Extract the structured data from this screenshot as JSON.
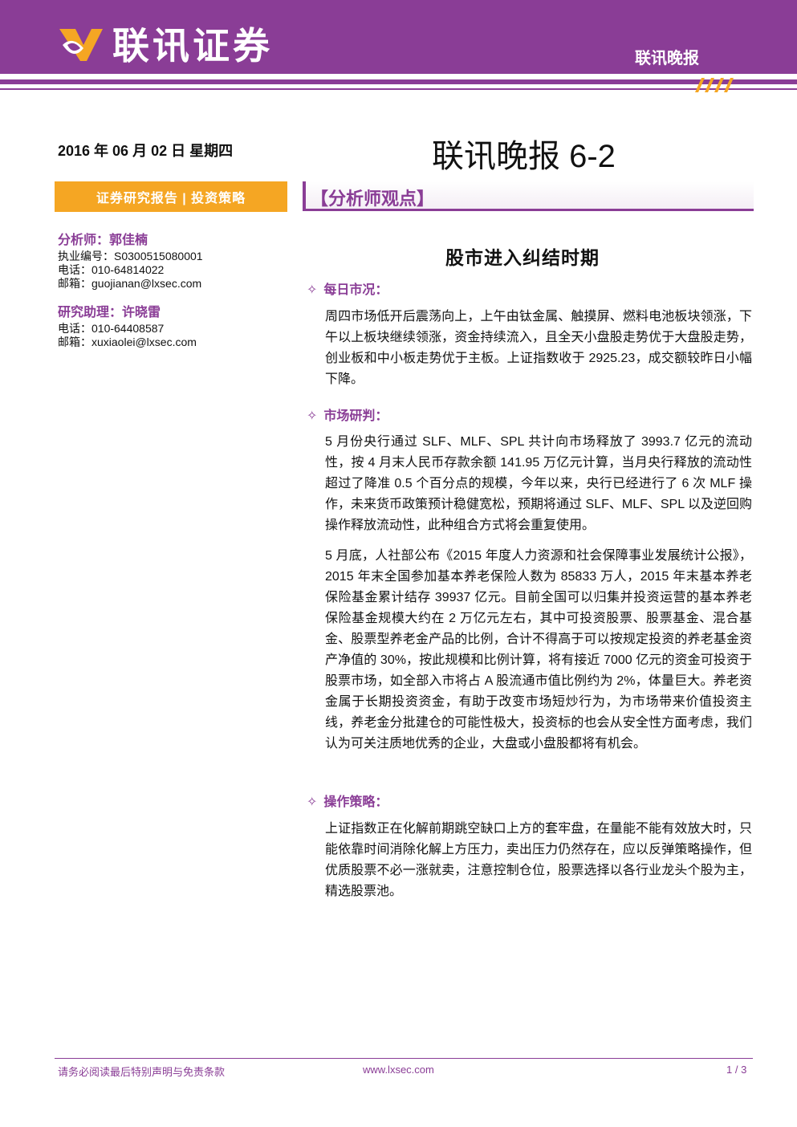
{
  "header": {
    "logo_text": "联讯证券",
    "right_label": "联讯晚报",
    "colors": {
      "brand_purple": "#8a3d96",
      "accent_orange": "#f5a623"
    }
  },
  "date": "2016 年 06 月 02 日 星期四",
  "main_title": "联讯晚报 6-2",
  "left_bar": "证券研究报告 | 投资策略",
  "right_bar": "【分析师观点】",
  "analyst": {
    "role": "分析师：郭佳楠",
    "license": "执业编号：S0300515080001",
    "phone": "电话：010-64814022",
    "email": "邮箱：guojianan@lxsec.com"
  },
  "assistant": {
    "role": "研究助理：许晓雷",
    "phone": "电话：010-64408587",
    "email": "邮箱：xuxiaolei@lxsec.com"
  },
  "article": {
    "title": "股市进入纠结时期",
    "sections": [
      {
        "heading": "每日市况：",
        "paragraphs": [
          "周四市场低开后震荡向上，上午由钛金属、触摸屏、燃料电池板块领涨，下午以上板块继续领涨，资金持续流入，且全天小盘股走势优于大盘股走势，创业板和中小板走势优于主板。上证指数收于 2925.23，成交额较昨日小幅下降。"
        ]
      },
      {
        "heading": "市场研判：",
        "paragraphs": [
          "5 月份央行通过 SLF、MLF、SPL 共计向市场释放了 3993.7 亿元的流动性，按 4 月末人民币存款余额 141.95 万亿元计算，当月央行释放的流动性超过了降准 0.5 个百分点的规模，今年以来，央行已经进行了 6 次 MLF 操作，未来货币政策预计稳健宽松，预期将通过 SLF、MLF、SPL 以及逆回购操作释放流动性，此种组合方式将会重复使用。",
          "5 月底，人社部公布《2015 年度人力资源和社会保障事业发展统计公报》，2015 年末全国参加基本养老保险人数为 85833 万人，2015 年末基本养老保险基金累计结存 39937 亿元。目前全国可以归集并投资运营的基本养老保险基金规模大约在 2 万亿元左右，其中可投资股票、股票基金、混合基金、股票型养老金产品的比例，合计不得高于可以按规定投资的养老基金资产净值的 30%，按此规模和比例计算，将有接近 7000 亿元的资金可投资于股票市场，如全部入市将占 A 股流通市值比例约为 2%，体量巨大。养老资金属于长期投资资金，有助于改变市场短炒行为，为市场带来价值投资主线，养老金分批建仓的可能性极大，投资标的也会从安全性方面考虑，我们认为可关注质地优秀的企业，大盘或小盘股都将有机会。"
        ]
      },
      {
        "heading": "操作策略：",
        "paragraphs": [
          "上证指数正在化解前期跳空缺口上方的套牢盘，在量能不能有效放大时，只能依靠时间消除化解上方压力，卖出压力仍然存在，应以反弹策略操作，但优质股票不必一涨就卖，注意控制仓位，股票选择以各行业龙头个股为主，精选股票池。"
        ]
      }
    ]
  },
  "footer": {
    "disclaimer": "请务必阅读最后特别声明与免责条款",
    "website": "www.lxsec.com",
    "page": "1 / 3"
  }
}
